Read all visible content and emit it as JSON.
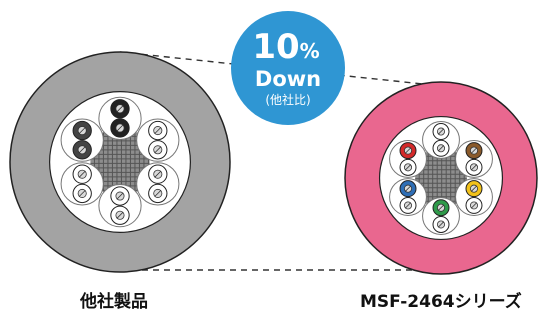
{
  "badge": {
    "percent_number": "10",
    "percent_sign": "%",
    "word": "Down",
    "note": "(他社比)"
  },
  "labels": {
    "competitor": "他社製品",
    "product": "MSF-2464シリーズ"
  },
  "colors": {
    "badge": "#2f96d3",
    "competitor_sheath": "#9e9e9e",
    "product_sheath": "#e9678f",
    "pair_colors_product": [
      "#ffffff",
      "#2f6fb6",
      "#d42a2a",
      "#8a5a2b",
      "#2f9a4a",
      "#f2c21b"
    ]
  }
}
